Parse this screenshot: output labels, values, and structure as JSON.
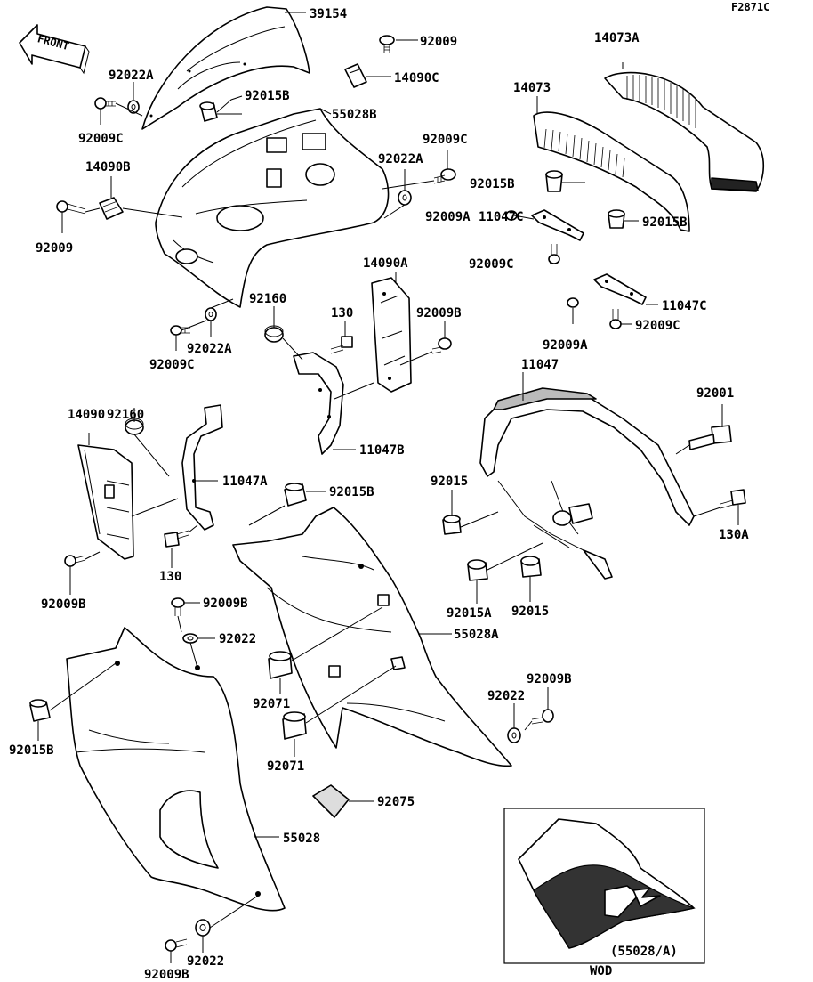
{
  "header": {
    "code": "F2871C",
    "direction_arrow": "FRONT"
  },
  "inset": {
    "label": "(55028/A)",
    "caption": "WOD"
  },
  "labels": {
    "l39154": "39154",
    "l92009_top": "92009",
    "l14090C": "14090C",
    "l92022A_tl": "92022A",
    "l92015B_t": "92015B",
    "l92009C_tl": "92009C",
    "l55028B": "55028B",
    "l14073A": "14073A",
    "l14073": "14073",
    "l92009C_mid": "92009C",
    "l92022A_mid": "92022A",
    "l14090B": "14090B",
    "l92009_left": "92009",
    "l92015B_r1": "92015B",
    "l11047C_1": "11047C",
    "l92009A_1": "92009A",
    "l92015B_r2": "92015B",
    "l92009C_r1": "92009C",
    "l14090A": "14090A",
    "l92160_1": "92160",
    "l130_1": "130",
    "l92009B_1": "92009B",
    "l11047C_2": "11047C",
    "l92009A_2": "92009A",
    "l92009C_r2": "92009C",
    "l92022A_low": "92022A",
    "l92009C_low": "92009C",
    "l11047": "11047",
    "l92001": "92001",
    "l92160_2": "92160",
    "l14090": "14090",
    "l11047B": "11047B",
    "l11047A": "11047A",
    "l92015B_mid": "92015B",
    "l92015_1": "92015",
    "l130A": "130A",
    "l130_2": "130",
    "l92009B_2": "92009B",
    "l92009B_3": "92009B",
    "l92015A": "92015A",
    "l92015_2": "92015",
    "l92022_1": "92022",
    "l55028A": "55028A",
    "l92071_1": "92071",
    "l92009B_4": "92009B",
    "l92022_2": "92022",
    "l92015B_low": "92015B",
    "l92071_2": "92071",
    "l92075": "92075",
    "l55028": "55028",
    "l92022_3": "92022",
    "l92009B_5": "92009B"
  }
}
